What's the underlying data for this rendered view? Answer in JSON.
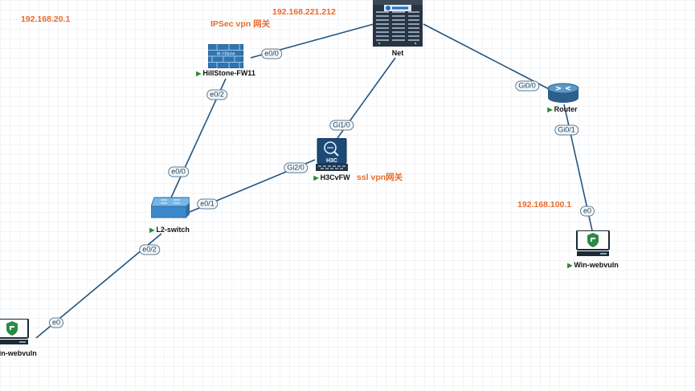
{
  "nodes": {
    "net": {
      "label": "Net"
    },
    "hillstone": {
      "label": "HillStone-FW11",
      "logo_text": "Hi l lStone"
    },
    "h3c": {
      "label": "H3CvFW",
      "logo_text": "H3C"
    },
    "router": {
      "label": "Router"
    },
    "switch": {
      "label": "L2-switch"
    },
    "win_left": {
      "label": "Win-webvuln"
    },
    "win_right": {
      "label": "Win-webvuln"
    }
  },
  "interfaces": {
    "net_hill_hill": "e0/0",
    "hill_switch_hill": "e0/2",
    "hill_switch_switch": "e0/0",
    "net_h3c_h3c": "Gi1/0",
    "h3c_switch_h3c": "Gi2/0",
    "h3c_switch_switch": "e0/1",
    "net_router_router": "Gi0/0",
    "router_win_router": "Gi0/1",
    "router_win_win": "e0",
    "switch_win_switch": "e0/2",
    "switch_win_win": "e0"
  },
  "notes": {
    "subnet_left": "192.168.20.1",
    "ipsec": "IPSec vpn 网关",
    "public_ip": "192.168.221.212",
    "ssl": "ssl vpn网关",
    "subnet_right": "192.168.100.1"
  },
  "colors": {
    "link": "#24557f",
    "note": "#ea6a2a",
    "status_triangle": "#2e8b2e"
  },
  "icons": {
    "status": "play-triangle-icon",
    "net": "server-rack-icon",
    "hillstone": "firewall-icon",
    "h3c": "h3c-firewall-icon",
    "router": "router-icon",
    "switch": "switch-icon",
    "win": "monitor-icon"
  }
}
